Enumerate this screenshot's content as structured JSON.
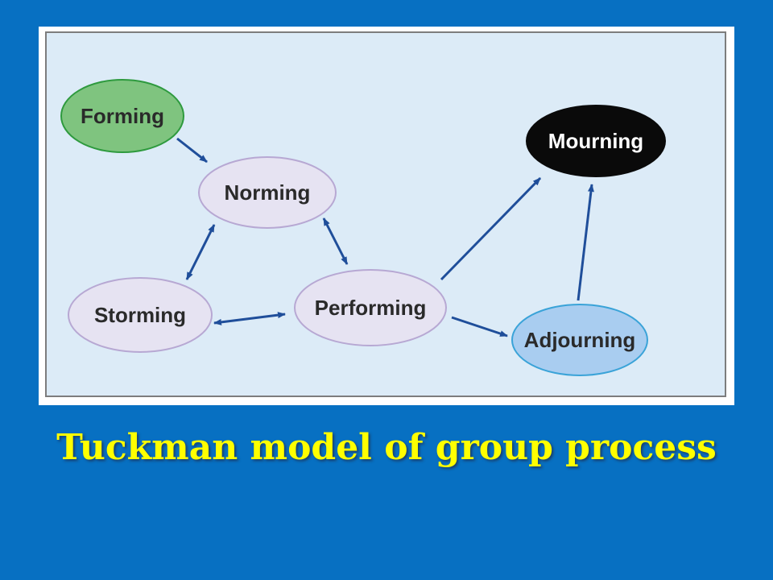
{
  "title": "Tuckman model of group process",
  "nodes": [
    {
      "id": "forming",
      "label": "Forming",
      "fill": "#7fc47f",
      "stroke": "#2e9a3e",
      "text_color": "#2a2a2a"
    },
    {
      "id": "norming",
      "label": "Norming",
      "fill": "#e6e3f2",
      "stroke": "#b7a8d3",
      "text_color": "#2a2a2a"
    },
    {
      "id": "storming",
      "label": "Storming",
      "fill": "#e6e3f2",
      "stroke": "#b7a8d3",
      "text_color": "#2a2a2a"
    },
    {
      "id": "performing",
      "label": "Performing",
      "fill": "#e6e3f2",
      "stroke": "#b7a8d3",
      "text_color": "#2a2a2a"
    },
    {
      "id": "mourning",
      "label": "Mourning",
      "fill": "#0a0a0a",
      "stroke": "#0a0a0a",
      "text_color": "#ffffff"
    },
    {
      "id": "adjourning",
      "label": "Adjourning",
      "fill": "#a9cdf0",
      "stroke": "#3aa3d8",
      "text_color": "#2a2a2a"
    }
  ],
  "edges": [
    {
      "from": "forming",
      "to": "norming",
      "direction": "forward"
    },
    {
      "from": "norming",
      "to": "storming",
      "direction": "both"
    },
    {
      "from": "norming",
      "to": "performing",
      "direction": "both"
    },
    {
      "from": "storming",
      "to": "performing",
      "direction": "both"
    },
    {
      "from": "performing",
      "to": "mourning",
      "direction": "forward"
    },
    {
      "from": "performing",
      "to": "adjourning",
      "direction": "forward"
    },
    {
      "from": "adjourning",
      "to": "mourning",
      "direction": "forward"
    }
  ],
  "colors": {
    "background": "#0770c2",
    "panel": "#dcebf7",
    "arrow": "#1f4e9a",
    "caption": "#ffff00"
  }
}
